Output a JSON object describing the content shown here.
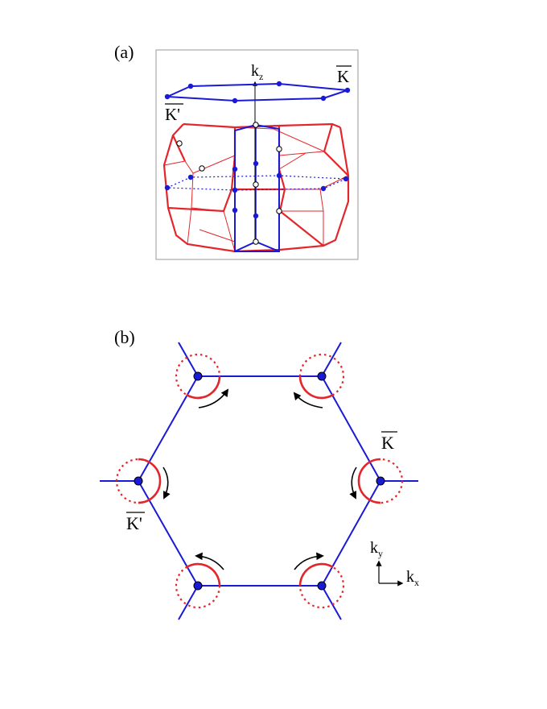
{
  "panel_a": {
    "label": "(a)",
    "axis_kz": "k",
    "axis_kz_sub": "z",
    "point_K": "K",
    "point_Kprime": "K'"
  },
  "panel_b": {
    "label": "(b)",
    "point_K": "K",
    "point_Kprime": "K'",
    "axis_ky": "k",
    "axis_ky_sub": "y",
    "axis_kx": "k",
    "axis_kx_sub": "x"
  },
  "colors": {
    "red": "#e3262b",
    "blue": "#1a1ad6",
    "black": "#000000"
  }
}
